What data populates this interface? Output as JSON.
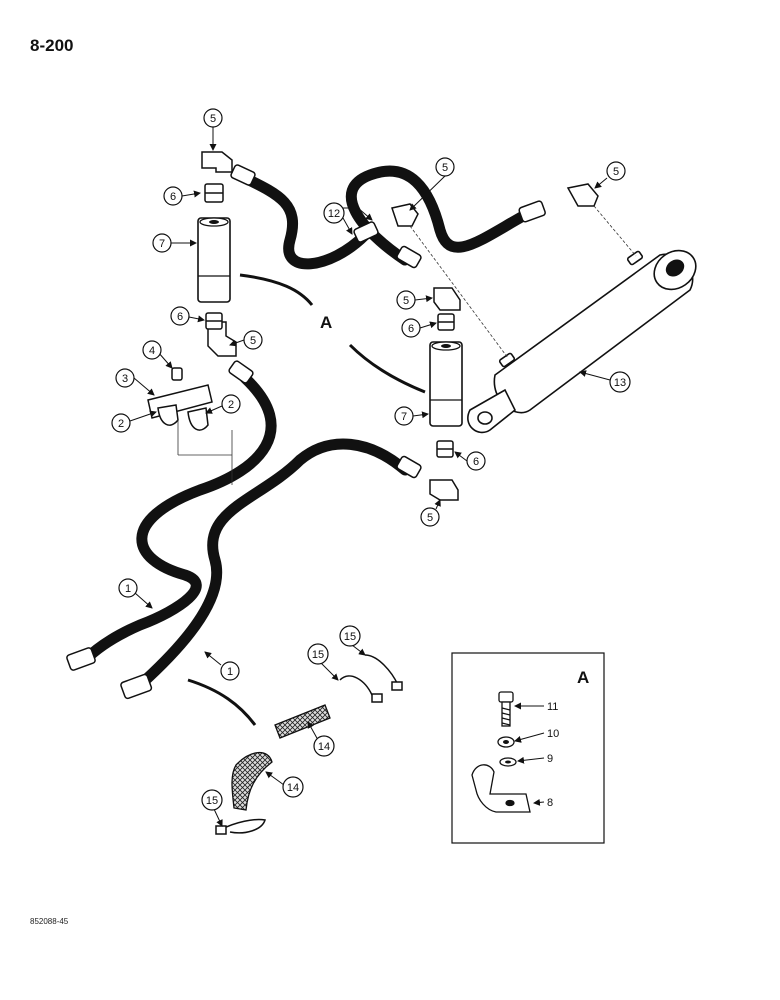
{
  "page": {
    "number": "8-200",
    "doc_code": "852088-45"
  },
  "view_label": "A",
  "inset": {
    "title": "A",
    "labels": {
      "bolt": "11",
      "lockwasher": "10",
      "washer": "9",
      "clamp": "8"
    }
  },
  "callouts": {
    "c5a": "5",
    "c6a": "6",
    "c7a": "7",
    "c6b": "6",
    "c5b": "5",
    "c4": "4",
    "c3": "3",
    "c2a": "2",
    "c2b": "2",
    "c12": "12",
    "c5c": "5",
    "c5d": "5",
    "c5e": "5",
    "c6c": "6",
    "c7b": "7",
    "c6d": "6",
    "c5f": "5",
    "c13": "13",
    "c1a": "1",
    "c1b": "1",
    "c15a": "15",
    "c15b": "15",
    "c14a": "14",
    "c14b": "14",
    "c15c": "15"
  }
}
